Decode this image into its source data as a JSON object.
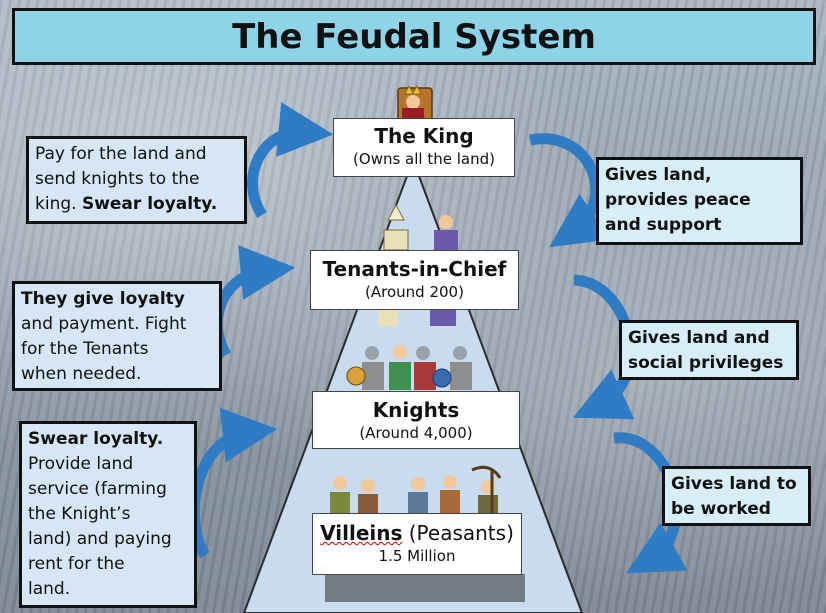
{
  "title": "The Feudal System",
  "tiers": {
    "king": {
      "name": "The King",
      "sub": "(Owns all the land)"
    },
    "tenants": {
      "name": "Tenants-in-Chief",
      "sub": "(Around 200)"
    },
    "knights": {
      "name": "Knights",
      "sub": "(Around 4,000)"
    },
    "villeins": {
      "name": "Villeins",
      "name_paren": " (Peasants)",
      "sub": "1.5 Million"
    }
  },
  "left_boxes": {
    "box1": {
      "lines": [
        "Pay for the land and",
        "send knights to the"
      ],
      "line3_normal": "king. ",
      "line3_bold": "Swear loyalty."
    },
    "box2": {
      "line1_bold": "They give loyalty",
      "lines": [
        "and payment. Fight",
        "for the Tenants",
        "when needed."
      ]
    },
    "box3": {
      "line1_bold": "Swear loyalty.",
      "lines": [
        "Provide land",
        "service (farming",
        "the Knight’s",
        "land) and paying",
        "rent for the",
        "land."
      ]
    }
  },
  "right_boxes": {
    "box1": {
      "lines": [
        "Gives land,",
        "provides peace",
        "and support"
      ]
    },
    "box2": {
      "lines": [
        "Gives land and",
        "social privileges"
      ]
    },
    "box3": {
      "lines": [
        "Gives land to",
        "be worked"
      ]
    }
  },
  "colors": {
    "title_bg": "#8fd3e8",
    "pyramid": "#c9dcef",
    "arrow": "#2f7cc4",
    "left_box": "#d6e6f4",
    "right_box": "#d8eef6"
  }
}
